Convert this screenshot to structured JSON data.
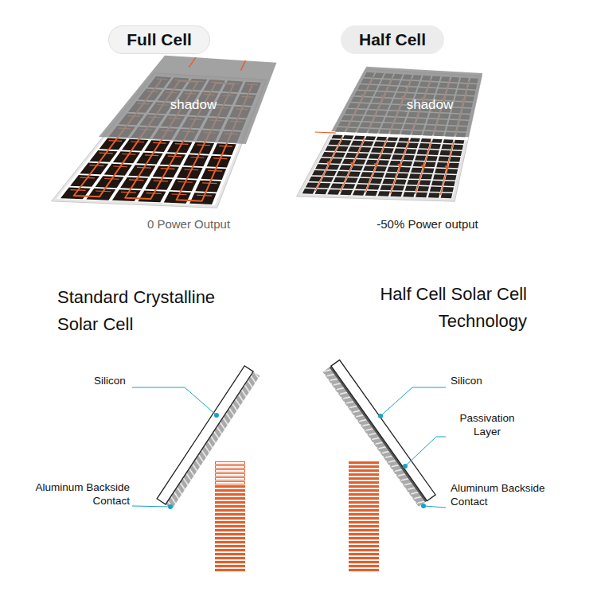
{
  "diagram": {
    "nodes": [
      {
        "text": [
          "Full Cell"
        ]
      },
      {
        "text": [
          "Half Cell"
        ]
      }
    ],
    "labels": [
      "shadow",
      "shadow",
      "0 Power Output",
      "-50% Power output",
      "Standard Crystalline Solar Cell",
      "Half Cell Solar Cell Technology",
      "Silicon",
      "Aluminum Backside Contact",
      "Silicon",
      "Passivation Layer",
      "Aluminum Backside Contact"
    ]
  }
}
